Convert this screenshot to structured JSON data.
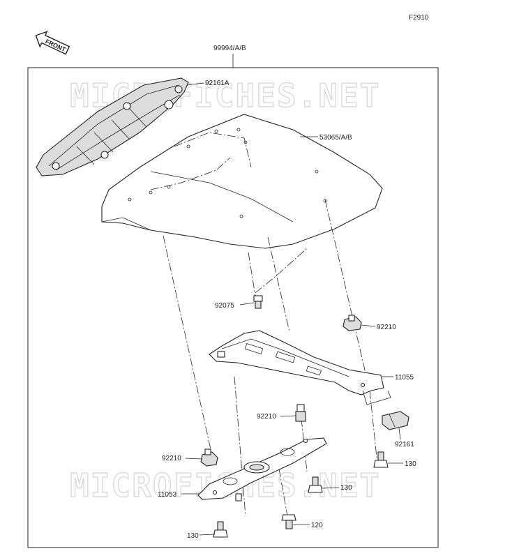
{
  "figure_code": "F2910",
  "front_arrow_label": "FRONT",
  "watermark": "MICROFICHES.NET",
  "parts": {
    "kit": "99994/A/B",
    "seat_cowl": "53065/A/B",
    "trim_upper": "92161A",
    "bolt_upper": "92075",
    "nut_right": "92210",
    "bracket_upper": "11055",
    "nut_mid": "92210",
    "pad_right": "92161",
    "nut_left": "92210",
    "bolt_right": "130",
    "bracket_lower": "11053",
    "bolt_mid": "130",
    "bolt_lower_left": "130",
    "bolt_lower_center": "120"
  }
}
